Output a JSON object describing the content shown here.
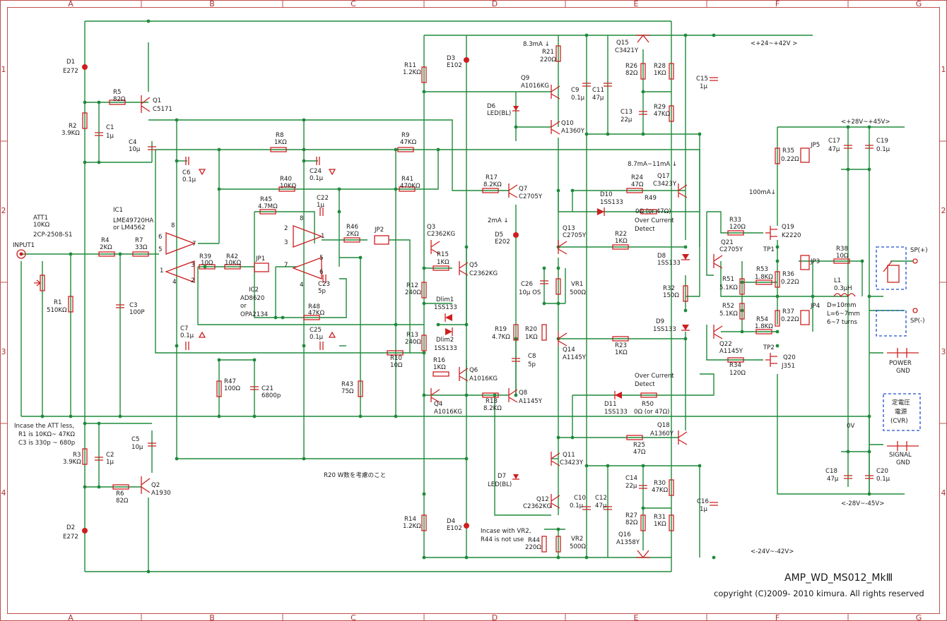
{
  "title": "AMP_WD_MS012_MkⅢ",
  "copyright": "copyright (C)2009- 2010 kimura. All rights reserved",
  "zones": {
    "columns": [
      "A",
      "B",
      "C",
      "D",
      "E",
      "F",
      "G"
    ],
    "rows": [
      "1",
      "2",
      "3",
      "4"
    ]
  },
  "notes": {
    "rail_pos_driver": "<+24~+42V >",
    "rail_neg_driver": "<-24V~-42V>",
    "rail_pos_out": "<+28V~+45V>",
    "rail_neg_out": "<-28V~-45V>",
    "i_q9": "8.3mA ↓",
    "i_q17": "8.7mA~11mA ↓",
    "i_q19": "100mA↓",
    "i_d5": "2mA ↓",
    "att_less": "Incase the ATT less,",
    "att_less_r1": "R1 is 10KΩ~ 47KΩ",
    "att_less_c3": "C3 is 330p ~ 680p",
    "r20_note": "R20 W数を考慮のこと",
    "vr2_note_1": "Incase with VR2,",
    "vr2_note_2": "R44 is not use",
    "oc_top_1": "Over Current",
    "oc_top_2": "Detect",
    "oc_bot_1": "Over Current",
    "oc_bot_2": "Detect",
    "l1_spec_1": "D=10mm",
    "l1_spec_2": "L=6~7mm",
    "l1_spec_3": "6~7 turns",
    "ov": "0V",
    "sp_pos": "SP(+)",
    "sp_neg": "SP(-)",
    "power_gnd_1": "POWER",
    "power_gnd_2": "GND",
    "signal_gnd_1": "SIGNAL",
    "signal_gnd_2": "GND",
    "cvr_1": "定電圧",
    "cvr_2": "電源",
    "cvr_3": "(CVR)",
    "input": "INPUT1",
    "att": "ATT1",
    "att_val": "10KΩ",
    "att_part": "2CP-2508-S1",
    "ic1": "IC1",
    "ic1_part_1": "LME49720HA",
    "ic1_part_2": "or LM4562",
    "ic2": "IC2",
    "ic2_part_1": "AD8620",
    "ic2_part_2": "or",
    "ic2_part_3": "OPA2134"
  },
  "components": [
    {
      "ref": "D1",
      "val": "E272"
    },
    {
      "ref": "D2",
      "val": "E272"
    },
    {
      "ref": "R5",
      "val": "82Ω"
    },
    {
      "ref": "Q1",
      "val": "C5171"
    },
    {
      "ref": "R2",
      "val": "3.9KΩ"
    },
    {
      "ref": "C1",
      "val": "1μ"
    },
    {
      "ref": "C4",
      "val": "10μ"
    },
    {
      "ref": "R8",
      "val": "1KΩ"
    },
    {
      "ref": "R9",
      "val": "47KΩ"
    },
    {
      "ref": "C6",
      "val": "0.1μ"
    },
    {
      "ref": "C24",
      "val": "0.1μ"
    },
    {
      "ref": "R40",
      "val": "10KΩ"
    },
    {
      "ref": "R41",
      "val": "470KΩ"
    },
    {
      "ref": "R45",
      "val": "4.7MΩ"
    },
    {
      "ref": "C22",
      "val": "1μ"
    },
    {
      "ref": "R46",
      "val": "2KΩ"
    },
    {
      "ref": "JP2",
      "val": ""
    },
    {
      "ref": "R4",
      "val": "2KΩ"
    },
    {
      "ref": "R7",
      "val": "33Ω"
    },
    {
      "ref": "R39",
      "val": "10Ω"
    },
    {
      "ref": "R42",
      "val": "10KΩ"
    },
    {
      "ref": "JP1",
      "val": ""
    },
    {
      "ref": "C23",
      "val": "5p"
    },
    {
      "ref": "R48",
      "val": "47KΩ"
    },
    {
      "ref": "R1",
      "val": "510KΩ"
    },
    {
      "ref": "C3",
      "val": "100P"
    },
    {
      "ref": "C7",
      "val": "0.1μ"
    },
    {
      "ref": "C25",
      "val": "0.1μ"
    },
    {
      "ref": "R10",
      "val": "10Ω"
    },
    {
      "ref": "R47",
      "val": "100Ω"
    },
    {
      "ref": "C21",
      "val": "6800p"
    },
    {
      "ref": "R43",
      "val": "75Ω"
    },
    {
      "ref": "C5",
      "val": "10μ"
    },
    {
      "ref": "R3",
      "val": "3.9KΩ"
    },
    {
      "ref": "C2",
      "val": "1μ"
    },
    {
      "ref": "Q2",
      "val": "A1930"
    },
    {
      "ref": "R6",
      "val": "82Ω"
    },
    {
      "ref": "R11",
      "val": "1.2KΩ"
    },
    {
      "ref": "D3",
      "val": "E102"
    },
    {
      "ref": "R21",
      "val": "220Ω"
    },
    {
      "ref": "Q9",
      "val": "A1016KG"
    },
    {
      "ref": "D6",
      "val": "LED(BL)"
    },
    {
      "ref": "Q10",
      "val": "A1360Y"
    },
    {
      "ref": "C9",
      "val": "0.1μ"
    },
    {
      "ref": "C11",
      "val": "47μ"
    },
    {
      "ref": "Q15",
      "val": "C3421Y"
    },
    {
      "ref": "R26",
      "val": "82Ω"
    },
    {
      "ref": "R28",
      "val": "1KΩ"
    },
    {
      "ref": "C13",
      "val": "22μ"
    },
    {
      "ref": "R29",
      "val": "47KΩ"
    },
    {
      "ref": "C15",
      "val": "1μ"
    },
    {
      "ref": "R17",
      "val": "8.2KΩ"
    },
    {
      "ref": "Q7",
      "val": "C2705Y"
    },
    {
      "ref": "R24",
      "val": "47Ω"
    },
    {
      "ref": "Q17",
      "val": "C3423Y"
    },
    {
      "ref": "D10",
      "val": "1SS133"
    },
    {
      "ref": "R49",
      "val": "0Ω (or 47Ω)"
    },
    {
      "ref": "Q3",
      "val": "C2362KG"
    },
    {
      "ref": "R15",
      "val": "1KΩ"
    },
    {
      "ref": "Q5",
      "val": "C2362KG"
    },
    {
      "ref": "D5",
      "val": "E202"
    },
    {
      "ref": "Q13",
      "val": "C2705Y"
    },
    {
      "ref": "R22",
      "val": "1KΩ"
    },
    {
      "ref": "D8",
      "val": "1SS133"
    },
    {
      "ref": "R12",
      "val": "240Ω"
    },
    {
      "ref": "Dlim1",
      "val": "1SS133"
    },
    {
      "ref": "C26",
      "val": "10μ OS"
    },
    {
      "ref": "VR1",
      "val": "500Ω"
    },
    {
      "ref": "R32",
      "val": "150Ω"
    },
    {
      "ref": "R13",
      "val": "240Ω"
    },
    {
      "ref": "Dlim2",
      "val": "1SS133"
    },
    {
      "ref": "R19",
      "val": "4.7KΩ"
    },
    {
      "ref": "R20",
      "val": "1KΩ"
    },
    {
      "ref": "D9",
      "val": "1SS133"
    },
    {
      "ref": "C8",
      "val": "5p"
    },
    {
      "ref": "Q14",
      "val": "A1145Y"
    },
    {
      "ref": "R23",
      "val": "1KΩ"
    },
    {
      "ref": "R16",
      "val": "1KΩ"
    },
    {
      "ref": "Q6",
      "val": "A1016KG"
    },
    {
      "ref": "Q4",
      "val": "A1016KG"
    },
    {
      "ref": "R18",
      "val": "8.2KΩ"
    },
    {
      "ref": "Q8",
      "val": "A1145Y"
    },
    {
      "ref": "D11",
      "val": "1SS133"
    },
    {
      "ref": "R50",
      "val": "0Ω (or 47Ω)"
    },
    {
      "ref": "Q18",
      "val": "A1360Y"
    },
    {
      "ref": "R25",
      "val": "47Ω"
    },
    {
      "ref": "Q11",
      "val": "C3423Y"
    },
    {
      "ref": "D7",
      "val": "LED(BL)"
    },
    {
      "ref": "Q12",
      "val": "C2362KG"
    },
    {
      "ref": "C10",
      "val": "0.1μ"
    },
    {
      "ref": "C12",
      "val": "47μ"
    },
    {
      "ref": "C14",
      "val": "22μ"
    },
    {
      "ref": "R30",
      "val": "47KΩ"
    },
    {
      "ref": "R27",
      "val": "82Ω"
    },
    {
      "ref": "R31",
      "val": "1KΩ"
    },
    {
      "ref": "Q16",
      "val": "A1358Y"
    },
    {
      "ref": "C16",
      "val": "1μ"
    },
    {
      "ref": "R14",
      "val": "1.2KΩ"
    },
    {
      "ref": "D4",
      "val": "E102"
    },
    {
      "ref": "R44",
      "val": "220Ω"
    },
    {
      "ref": "VR2",
      "val": "500Ω"
    },
    {
      "ref": "R35",
      "val": "0.22Ω"
    },
    {
      "ref": "JP5",
      "val": ""
    },
    {
      "ref": "C17",
      "val": "47μ"
    },
    {
      "ref": "C19",
      "val": "0.1μ"
    },
    {
      "ref": "R33",
      "val": "120Ω"
    },
    {
      "ref": "Q19",
      "val": "K2220"
    },
    {
      "ref": "TP1",
      "val": ""
    },
    {
      "ref": "Q21",
      "val": "C2705Y"
    },
    {
      "ref": "R38",
      "val": "10Ω"
    },
    {
      "ref": "R51",
      "val": "5.1KΩ"
    },
    {
      "ref": "R53",
      "val": "1.8KΩ"
    },
    {
      "ref": "R36",
      "val": "0.22Ω"
    },
    {
      "ref": "JP3",
      "val": ""
    },
    {
      "ref": "L1",
      "val": "0.3μH"
    },
    {
      "ref": "R52",
      "val": "5.1KΩ"
    },
    {
      "ref": "R54",
      "val": "1.8KΩ"
    },
    {
      "ref": "R37",
      "val": "0.22Ω"
    },
    {
      "ref": "JP4",
      "val": ""
    },
    {
      "ref": "Q22",
      "val": "A1145Y"
    },
    {
      "ref": "TP2",
      "val": ""
    },
    {
      "ref": "R34",
      "val": "120Ω"
    },
    {
      "ref": "Q20",
      "val": "J351"
    },
    {
      "ref": "C18",
      "val": "47μ"
    },
    {
      "ref": "C20",
      "val": "0.1μ"
    }
  ]
}
